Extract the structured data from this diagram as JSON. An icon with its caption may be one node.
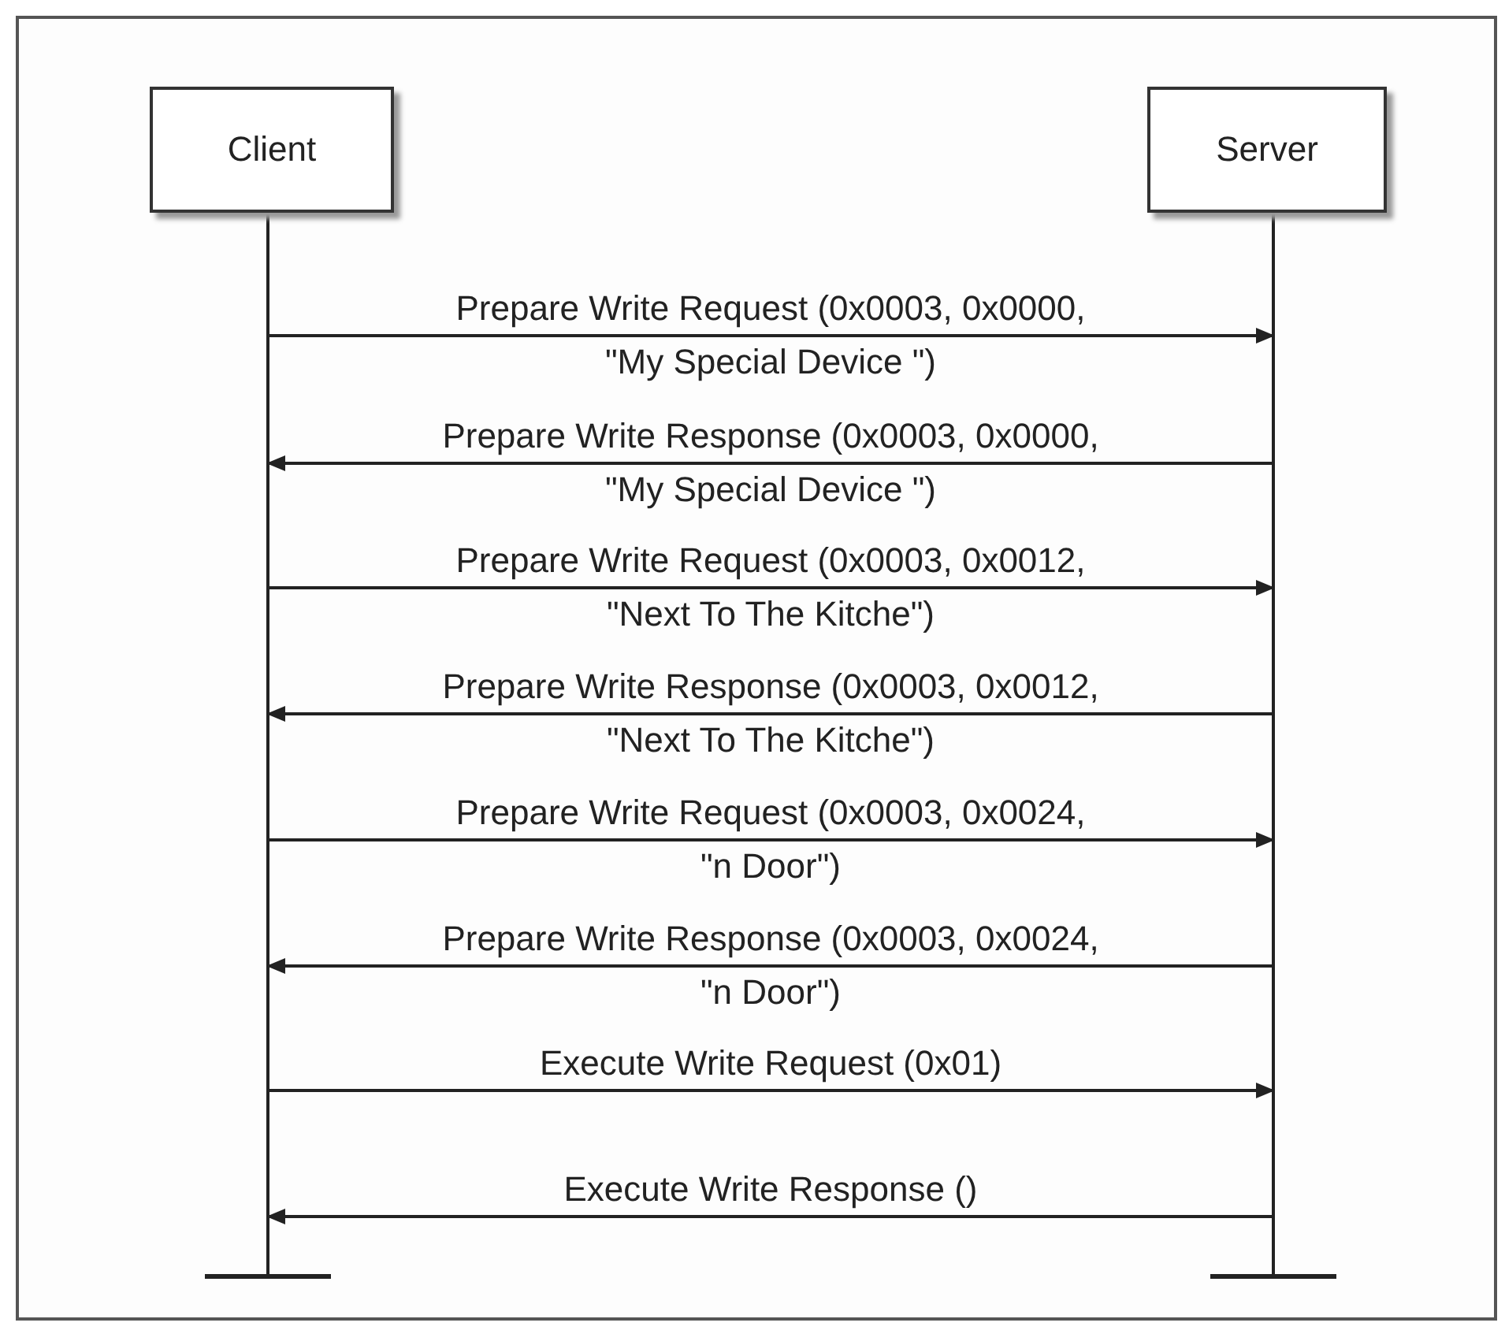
{
  "diagram": {
    "nodes": [
      {
        "text": [
          "Client"
        ]
      },
      {
        "text": [
          "Server"
        ]
      }
    ],
    "edges": [
      {
        "from": 0,
        "to": 1,
        "arrow": "to",
        "label": "Prepare Write Request (0x0003, 0x0000, \"My Special Device \")"
      },
      {
        "from": 1,
        "to": 0,
        "arrow": "to",
        "label": "Prepare Write Response (0x0003, 0x0000, \"My Special Device \")"
      },
      {
        "from": 0,
        "to": 1,
        "arrow": "to",
        "label": "Prepare Write Request (0x0003, 0x0012, \"Next To The Kitche\")"
      },
      {
        "from": 1,
        "to": 0,
        "arrow": "to",
        "label": "Prepare Write Response (0x0003, 0x0012, \"Next To The Kitche\")"
      },
      {
        "from": 0,
        "to": 1,
        "arrow": "to",
        "label": "Prepare Write Request (0x0003, 0x0024, \"n Door\")"
      },
      {
        "from": 1,
        "to": 0,
        "arrow": "to",
        "label": "Prepare Write Response (0x0003, 0x0024, \"n Door\")"
      },
      {
        "from": 0,
        "to": 1,
        "arrow": "to",
        "label": "Execute Write Request (0x01)"
      },
      {
        "from": 1,
        "to": 0,
        "arrow": "to",
        "label": "Execute Write Response ()"
      }
    ]
  }
}
